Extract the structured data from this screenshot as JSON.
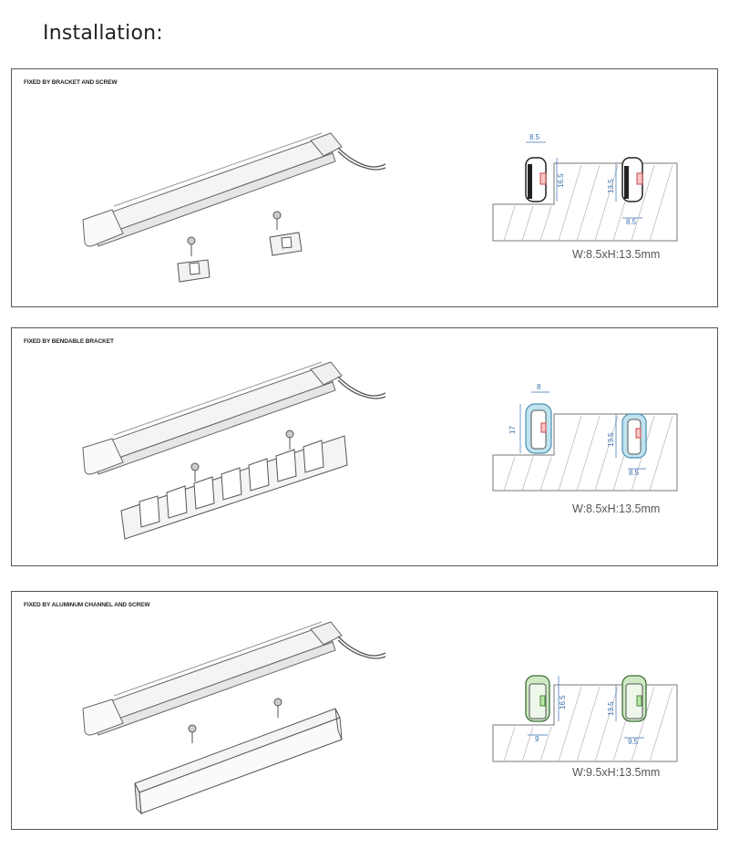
{
  "page": {
    "title": "Installation:"
  },
  "panels": [
    {
      "label": "FIXED BY BRACKET AND SCREW",
      "spec": "W:8.5xH:13.5mm",
      "dims": {
        "top_width": "8.5",
        "height_left": "16.5",
        "height_right": "13.5",
        "bottom_width": "8.5"
      }
    },
    {
      "label": "FIXED BY BENDABLE BRACKET",
      "spec": "W:8.5xH:13.5mm",
      "dims": {
        "top_width": "8",
        "height_left": "17",
        "height_right": "13.5",
        "bottom_width": "8.5"
      }
    },
    {
      "label": "FIXED BY ALUMINUM CHANNEL AND SCREW",
      "spec": "W:9.5xH:13.5mm",
      "dims": {
        "bottom_width_left": "9",
        "height_left": "16.5",
        "height_right": "13.5",
        "bottom_width_right": "9.5"
      }
    }
  ],
  "colors": {
    "border": "#555555",
    "dimension": "#3a6fb0",
    "ice_blue": "#bfe3ef",
    "green_glow": "#cfe9c4",
    "hatch": "#b0b0b0"
  }
}
